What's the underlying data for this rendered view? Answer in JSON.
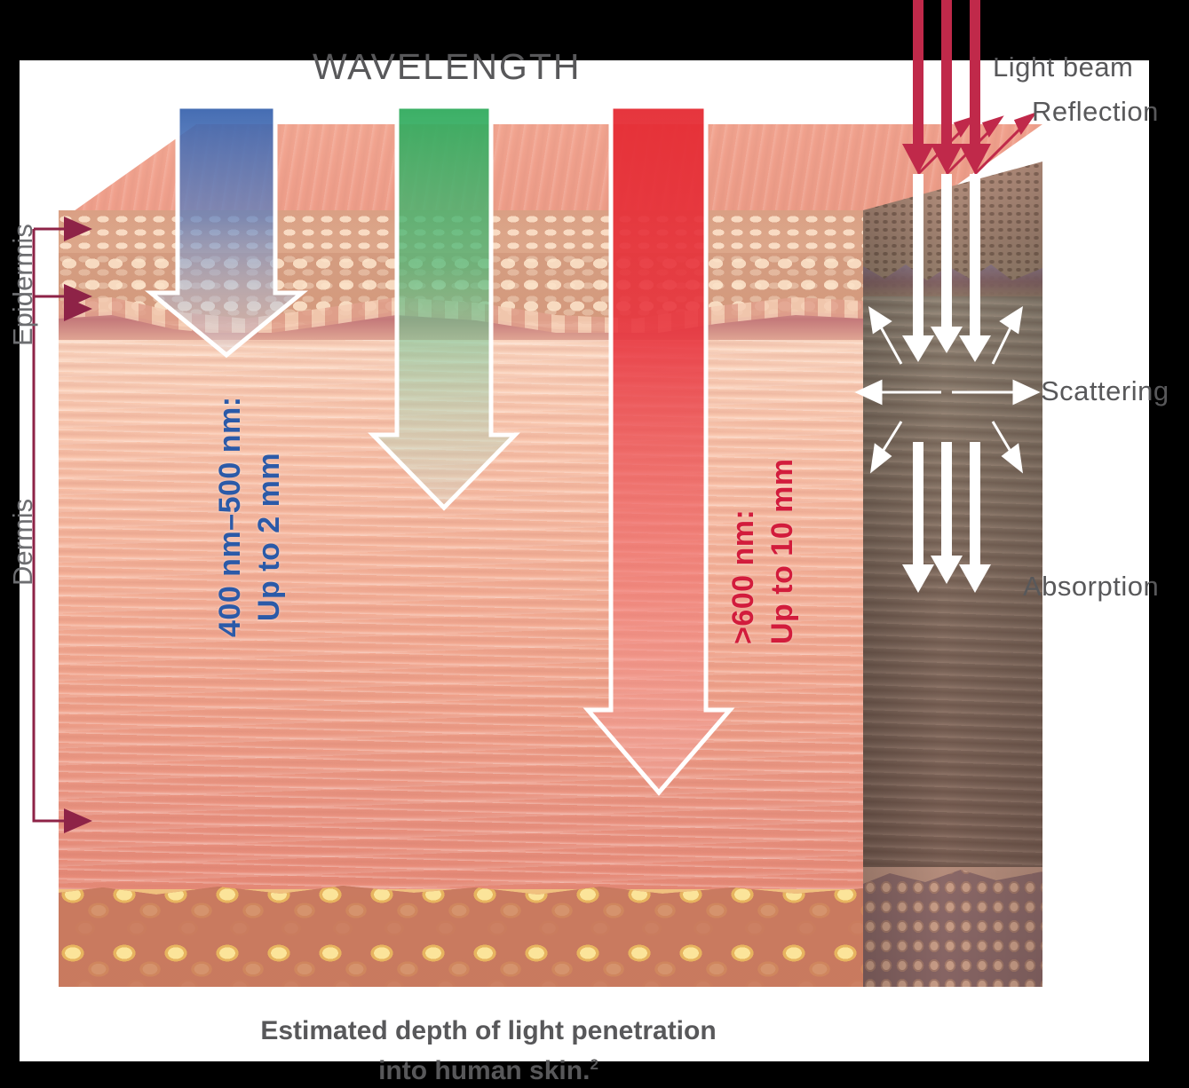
{
  "diagram": {
    "title": "WAVELENGTH",
    "caption_line1": "Estimated depth of light penetration",
    "caption_line2": "into human skin.",
    "caption_footnote": "2"
  },
  "layers": {
    "epidermis_label": "Epidermis",
    "dermis_label": "Dermis"
  },
  "right_labels": {
    "light_beam": "Light beam",
    "reflection": "Reflection",
    "scattering": "Scattering",
    "absorption": "Absorption"
  },
  "beams": [
    {
      "name": "blue-beam",
      "color": "#3a64ae",
      "range_text": "400 nm–500 nm:",
      "depth_text": "Up to 2 mm",
      "depth_mm": 2
    },
    {
      "name": "green-beam",
      "color": "#2fae5f",
      "range_text": "",
      "depth_text": "",
      "depth_mm": 5
    },
    {
      "name": "red-beam",
      "color": "#e8313c",
      "range_text": ">600 nm:",
      "depth_text": "Up to 10 mm",
      "depth_mm": 10
    }
  ],
  "colors": {
    "blue": "#2b5aa8",
    "red": "#d21c3c",
    "crimson_arrow": "#c0294a",
    "grey_text": "#58585a",
    "bracket": "#8e2347",
    "skin_surface": "#f0a08c",
    "dermis": "#f6b49b",
    "fat": "#eec275",
    "side_face": "#7e685c"
  }
}
